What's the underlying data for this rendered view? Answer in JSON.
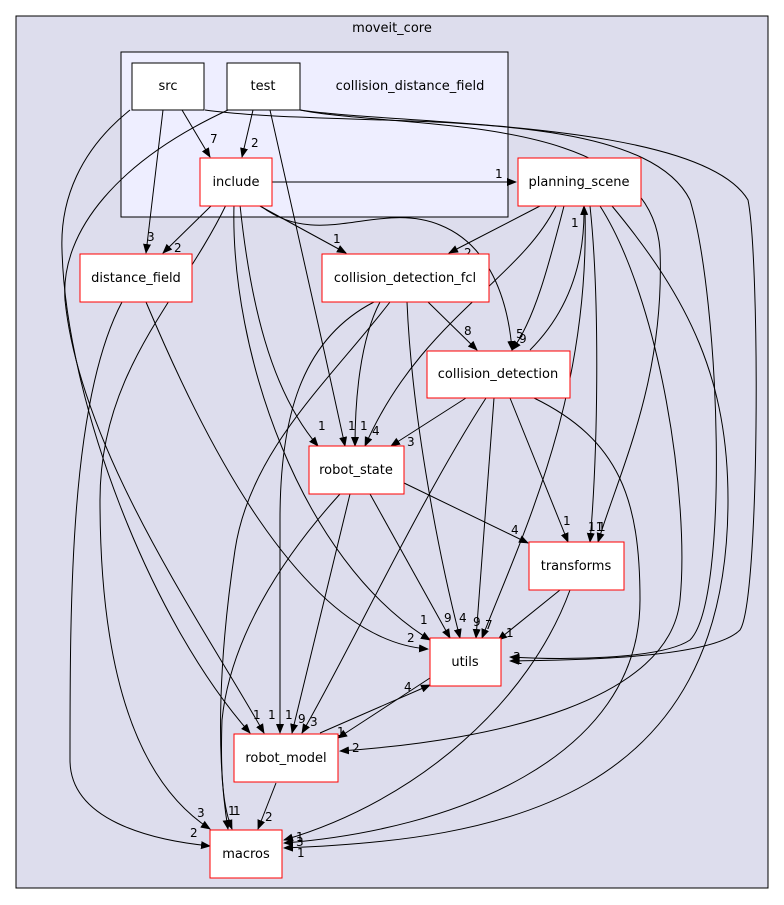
{
  "diagram": {
    "type": "directory-dependency-graph",
    "outer_cluster": {
      "label": "moveit_core"
    },
    "inner_cluster": {
      "label": "collision_distance_field"
    },
    "nodes": {
      "src": "src",
      "test": "test",
      "include": "include",
      "planning_scene": "planning_scene",
      "distance_field": "distance_field",
      "collision_detection_fcl": "collision_detection_fcl",
      "collision_detection": "collision_detection",
      "robot_state": "robot_state",
      "transforms": "transforms",
      "utils": "utils",
      "robot_model": "robot_model",
      "macros": "macros"
    },
    "edges": [
      {
        "from": "src",
        "to": "include",
        "label": "7"
      },
      {
        "from": "test",
        "to": "include",
        "label": "2"
      },
      {
        "from": "src",
        "to": "distance_field",
        "label": "3"
      },
      {
        "from": "include",
        "to": "distance_field",
        "label": "2"
      },
      {
        "from": "include",
        "to": "planning_scene",
        "label": "1"
      },
      {
        "from": "planning_scene",
        "to": "collision_detection_fcl",
        "label": "2"
      },
      {
        "from": "include",
        "to": "collision_detection_fcl",
        "label": "1"
      },
      {
        "from": "collision_detection_fcl",
        "to": "collision_detection",
        "label": "8"
      },
      {
        "from": "include",
        "to": "collision_detection",
        "label": "5"
      },
      {
        "from": "planning_scene",
        "to": "collision_detection",
        "label": "9"
      },
      {
        "from": "collision_detection",
        "to": "planning_scene",
        "label": "1"
      },
      {
        "from": "include",
        "to": "robot_state",
        "label": "1"
      },
      {
        "from": "test",
        "to": "robot_state",
        "label": "1"
      },
      {
        "from": "collision_detection_fcl",
        "to": "robot_state",
        "label": "1"
      },
      {
        "from": "planning_scene",
        "to": "robot_state",
        "label": "4"
      },
      {
        "from": "collision_detection",
        "to": "robot_state",
        "label": "3"
      },
      {
        "from": "robot_state",
        "to": "transforms",
        "label": "4"
      },
      {
        "from": "collision_detection",
        "to": "transforms",
        "label": "1"
      },
      {
        "from": "planning_scene",
        "to": "transforms",
        "label": "11"
      },
      {
        "from": "test",
        "to": "transforms",
        "label": "1"
      },
      {
        "from": "distance_field",
        "to": "utils",
        "label": "2"
      },
      {
        "from": "include",
        "to": "utils",
        "label": "1"
      },
      {
        "from": "robot_state",
        "to": "utils",
        "label": "9"
      },
      {
        "from": "collision_detection_fcl",
        "to": "utils",
        "label": "4"
      },
      {
        "from": "collision_detection",
        "to": "utils",
        "label": "9"
      },
      {
        "from": "planning_scene",
        "to": "utils",
        "label": "7"
      },
      {
        "from": "transforms",
        "to": "utils",
        "label": "1"
      },
      {
        "from": "src",
        "to": "utils",
        "label": "3"
      },
      {
        "from": "test",
        "to": "utils",
        "label": "1"
      },
      {
        "from": "robot_model",
        "to": "utils",
        "label": "4"
      },
      {
        "from": "src",
        "to": "robot_model",
        "label": "1"
      },
      {
        "from": "test",
        "to": "robot_model",
        "label": "1"
      },
      {
        "from": "include",
        "to": "robot_model",
        "label": "1"
      },
      {
        "from": "robot_state",
        "to": "robot_model",
        "label": "9"
      },
      {
        "from": "collision_detection",
        "to": "robot_model",
        "label": "3"
      },
      {
        "from": "utils",
        "to": "robot_model",
        "label": "1"
      },
      {
        "from": "planning_scene",
        "to": "robot_model",
        "label": "2"
      },
      {
        "from": "distance_field",
        "to": "macros",
        "label": "2"
      },
      {
        "from": "include",
        "to": "macros",
        "label": "3"
      },
      {
        "from": "robot_state",
        "to": "macros",
        "label": "1"
      },
      {
        "from": "collision_detection_fcl",
        "to": "macros",
        "label": "1"
      },
      {
        "from": "robot_model",
        "to": "macros",
        "label": "2"
      },
      {
        "from": "transforms",
        "to": "macros",
        "label": "1"
      },
      {
        "from": "collision_detection",
        "to": "macros",
        "label": "3"
      },
      {
        "from": "planning_scene",
        "to": "macros",
        "label": "1"
      }
    ]
  },
  "colors": {
    "outer_fill": "#dddded",
    "inner_fill": "#eeeeff",
    "node_border_red": "#ff0000",
    "node_border_black": "#000000",
    "edge": "#000000"
  }
}
